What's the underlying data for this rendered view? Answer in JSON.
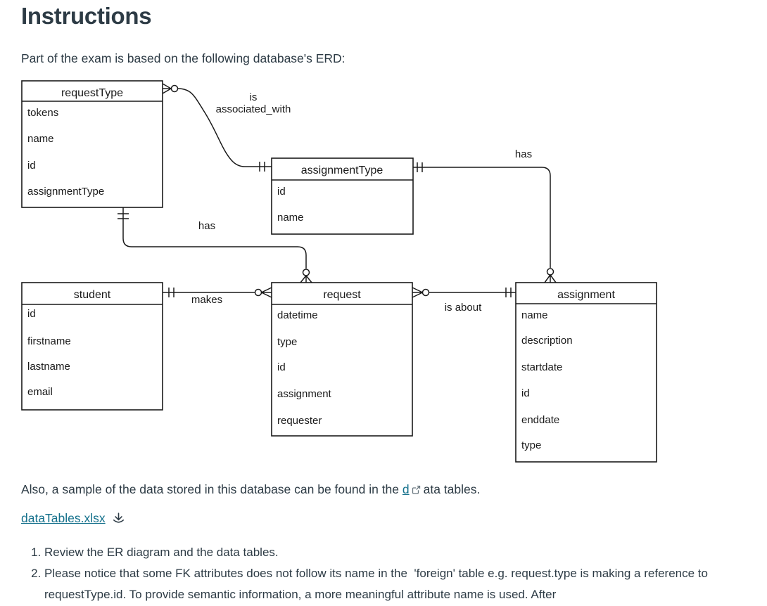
{
  "content": {
    "heading": "Instructions",
    "intro": "Part of the exam is based on the following database's ERD:",
    "also": {
      "before": "Also, a sample of the data stored in this database can be found in the ",
      "link": "d",
      "after": "ata tables."
    },
    "file": {
      "label": "dataTables.xlsx"
    },
    "list": [
      "Review the ER diagram and the data tables.",
      "Please notice that some FK attributes does not follow its name in the  'foreign' table e.g. request.type is making a reference to requestType.id. To provide semantic information, a more meaningful attribute name is used. After"
    ]
  },
  "erd": {
    "entities": {
      "requestType": {
        "title": "requestType",
        "attrs": [
          "tokens",
          "name",
          "id",
          "assignmentType"
        ]
      },
      "assignmentType": {
        "title": "assignmentType",
        "attrs": [
          "id",
          "name"
        ]
      },
      "student": {
        "title": "student",
        "attrs": [
          "id",
          "firstname",
          "lastname",
          "email"
        ]
      },
      "request": {
        "title": "request",
        "attrs": [
          "datetime",
          "type",
          "id",
          "assignment",
          "requester"
        ]
      },
      "assignment": {
        "title": "assignment",
        "attrs": [
          "name",
          "description",
          "startdate",
          "id",
          "enddate",
          "type"
        ]
      }
    },
    "relationships": {
      "is_associated_with": {
        "line1": "is",
        "line2": "associated_with"
      },
      "has_left": "has",
      "has_right": "has",
      "makes": "makes",
      "is_about": "is about"
    }
  },
  "icons": {
    "external_link": "external-link-icon",
    "download": "download-icon"
  },
  "colors": {
    "link": "#15718c",
    "text": "#2d3b45",
    "diagram_line": "#1a1a1a"
  }
}
